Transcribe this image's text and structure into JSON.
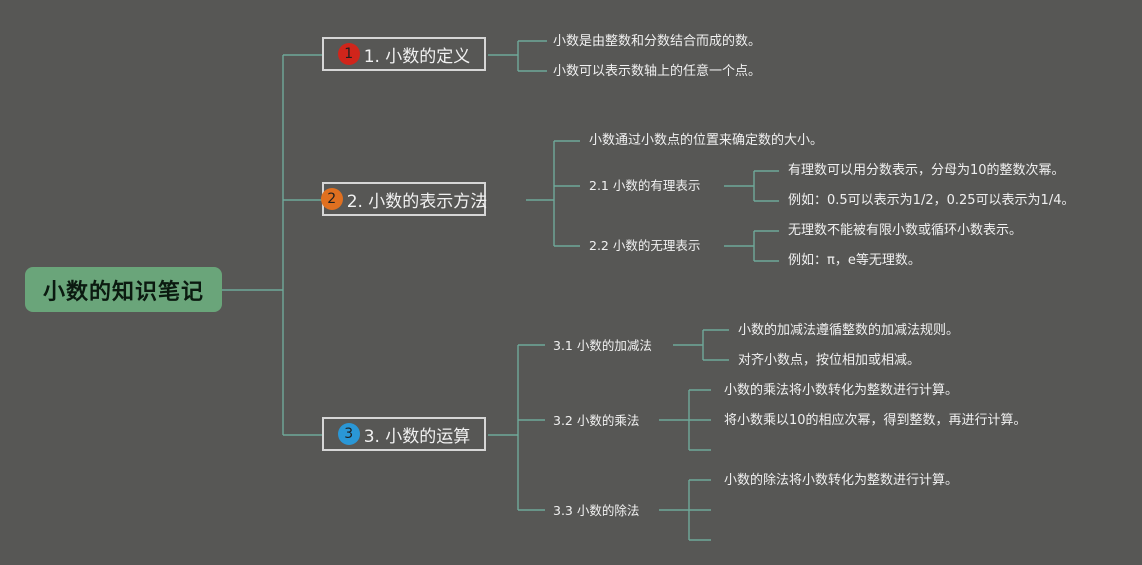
{
  "root": {
    "label": "小数的知识笔记"
  },
  "colors": {
    "background": "#575755",
    "root_fill": "#6aa57a",
    "connector": "#6fa99a",
    "badge1": "#d0251b",
    "badge2": "#e07020",
    "badge3": "#2a97d6"
  },
  "branches": [
    {
      "badge": "1",
      "label": "1. 小数的定义",
      "leaves": [
        "小数是由整数和分数结合而成的数。",
        "小数可以表示数轴上的任意一个点。"
      ]
    },
    {
      "badge": "2",
      "label": "2. 小数的表示方法",
      "leaf": "小数通过小数点的位置来确定数的大小。",
      "subs": [
        {
          "label": "2.1 小数的有理表示",
          "leaves": [
            "有理数可以用分数表示，分母为10的整数次幂。",
            "例如：0.5可以表示为1/2，0.25可以表示为1/4。"
          ]
        },
        {
          "label": "2.2 小数的无理表示",
          "leaves": [
            "无理数不能被有限小数或循环小数表示。",
            "例如：π，e等无理数。"
          ]
        }
      ]
    },
    {
      "badge": "3",
      "label": "3. 小数的运算",
      "subs": [
        {
          "label": "3.1 小数的加减法",
          "leaves": [
            "小数的加减法遵循整数的加减法规则。",
            "对齐小数点，按位相加或相减。"
          ]
        },
        {
          "label": "3.2 小数的乘法",
          "leaves": [
            "小数的乘法将小数转化为整数进行计算。",
            "将小数乘以10的相应次幂，得到整数，再进行计算。"
          ]
        },
        {
          "label": "3.3 小数的除法",
          "leaves": [
            "小数的除法将小数转化为整数进行计算。"
          ]
        }
      ]
    }
  ]
}
